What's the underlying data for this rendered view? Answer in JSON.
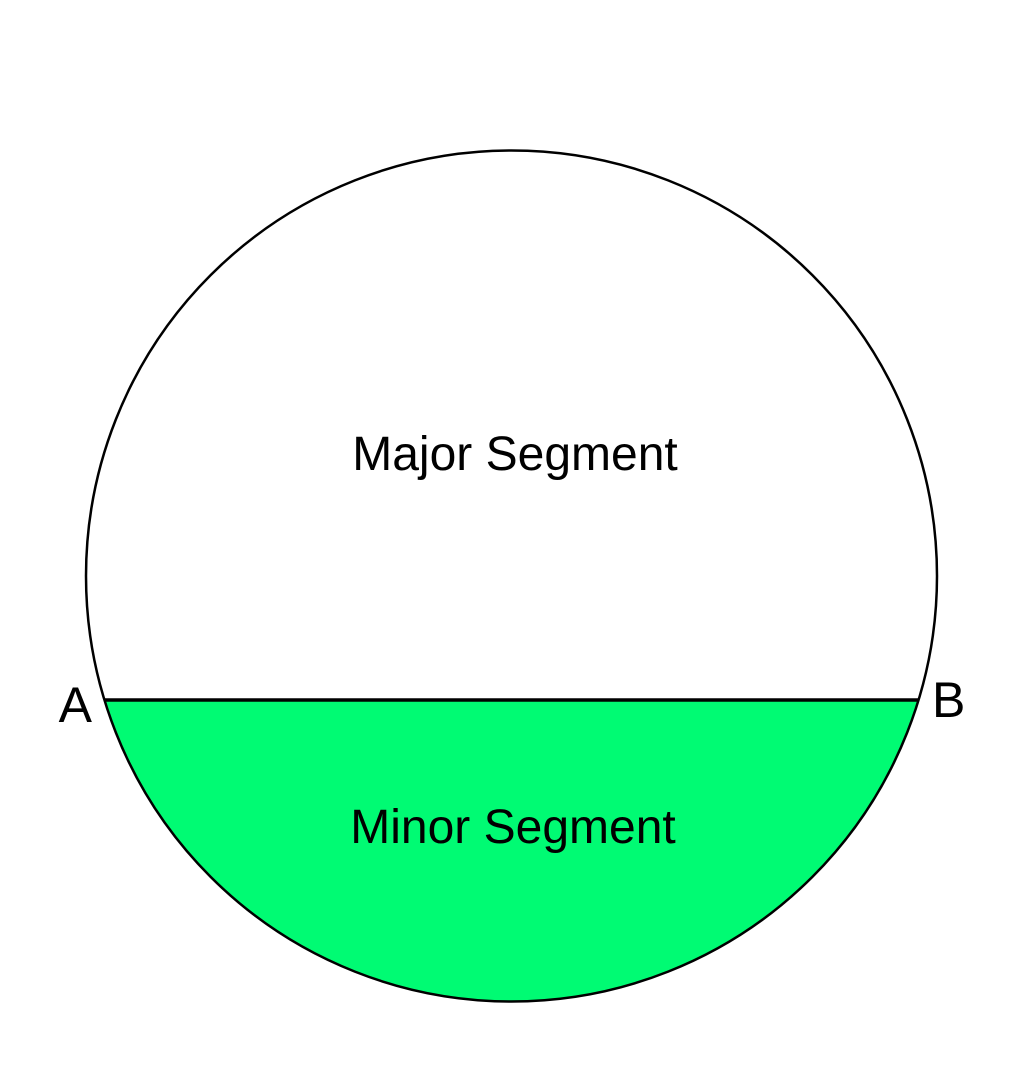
{
  "diagram": {
    "labels": {
      "major_segment": "Major Segment",
      "minor_segment": "Minor Segment",
      "point_a": "A",
      "point_b": "B"
    },
    "colors": {
      "minor_segment_fill": "#00FB73",
      "major_segment_fill": "#FFFFFF",
      "outline": "#000000",
      "background": "#FFFFFF",
      "text": "#000000"
    }
  }
}
